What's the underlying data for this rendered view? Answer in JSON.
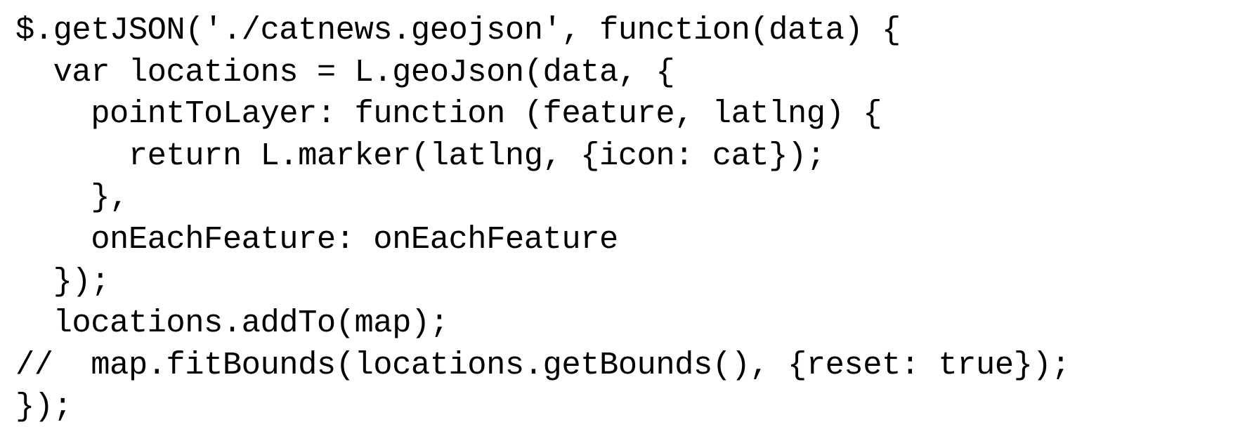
{
  "editor": {
    "lines": [
      "$.getJSON('./catnews.geojson', function(data) {",
      "  var locations = L.geoJson(data, {",
      "    pointToLayer: function (feature, latlng) {",
      "      return L.marker(latlng, {icon: cat});",
      "    },",
      "    onEachFeature: onEachFeature",
      "  });",
      "  locations.addTo(map);",
      "//  map.fitBounds(locations.getBounds(), {reset: true});",
      "});"
    ]
  }
}
